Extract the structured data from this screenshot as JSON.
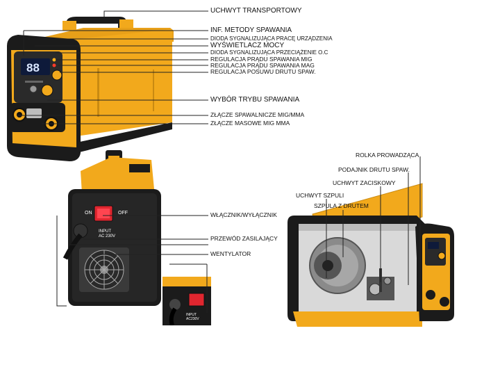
{
  "front": {
    "display_value": "88",
    "labels": {
      "carry_handle": "UCHWYT TRANSPORTOWY",
      "welding_method_info": "INF. METODY SPAWANIA",
      "power_led": "DIODA SYGNALIZUJĄCA PRACĘ URZĄDZENIA",
      "power_display": "WYŚWIETLACZ MOCY",
      "overheat_led": "DIODA SYGNALIZUJĄCA PRZECIĄŻENIE O.C",
      "mig_current": "REGULACJA PRĄDU SPAWANIA MIG",
      "mag_current": "REGULACJA PRĄDU SPAWANIA MAG",
      "wire_feed": "REGULACJA POSUWU DRUTU SPAW.",
      "mode_select": "WYBÓR TRYBU SPAWANIA",
      "welding_socket": "ZŁĄCZE SPAWALNICZE MIG/MMA",
      "ground_socket": "ZŁĄCZE MASOWE MIG MMA"
    }
  },
  "back": {
    "switch_on": "ON",
    "switch_off": "OFF",
    "input_label": "INPUT\nAC 230V",
    "inset_input_label": "INPUT\nAC230V",
    "labels": {
      "power_switch": "WŁĄCZNIK/WYŁĄCZNIK",
      "power_cord": "PRZEWÓD ZASILAJĄCY",
      "fan": "WENTYLATOR"
    }
  },
  "side": {
    "labels": {
      "guide_roller": "ROLKA PROWADZĄCA",
      "wire_feeder": "PODAJNIK DRUTU SPAW.",
      "clamp_handle": "UCHWYT ZACISKOWY",
      "spool_holder": "UCHWYT SZPULI",
      "wire_spool": "SZPULA Z DRUTEM"
    }
  },
  "colors": {
    "body_orange": "#f2a91c",
    "body_black": "#1b1b1b",
    "display_blue": "#0e1a3a",
    "switch_red": "#e0262f"
  }
}
